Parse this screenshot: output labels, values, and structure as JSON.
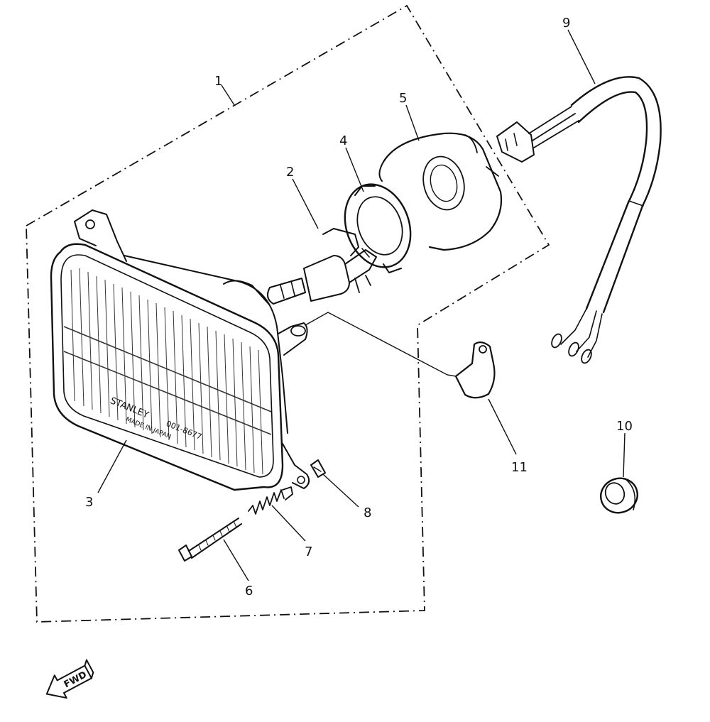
{
  "callouts": {
    "p1": "1",
    "p2": "2",
    "p3": "3",
    "p4": "4",
    "p5": "5",
    "p6": "6",
    "p7": "7",
    "p8": "8",
    "p9": "9",
    "p10": "10",
    "p11": "11"
  },
  "lens_text": {
    "brand": "STANLEY",
    "code": "001-8677",
    "made": "MADE IN JAPAN"
  },
  "fwd_label": "FWD",
  "colors": {
    "ink": "#111111",
    "paper": "#ffffff"
  }
}
